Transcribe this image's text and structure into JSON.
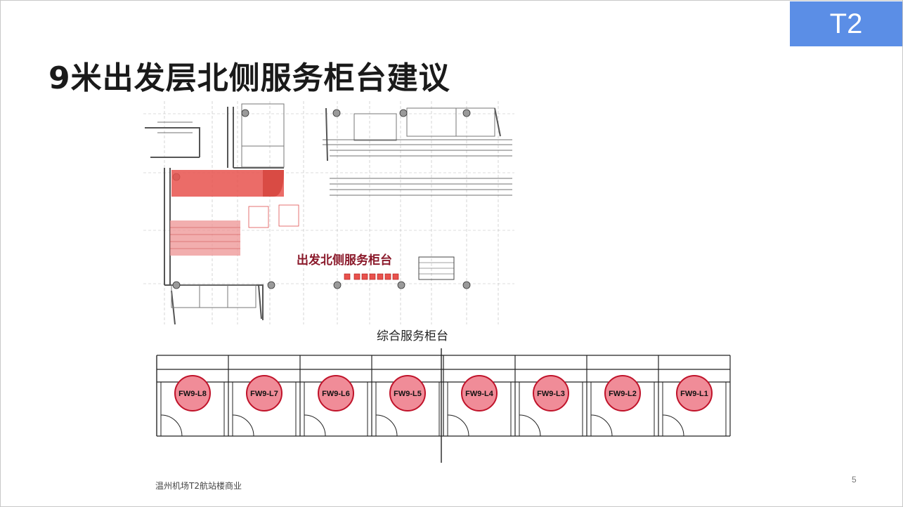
{
  "slide": {
    "badge": "T2",
    "title": "9米出发层北侧服务柜台建议",
    "plan_label": "出发北侧服务柜台",
    "caption": "综合服务柜台",
    "footer": "温州机场T2航站楼商业",
    "page_number": "5"
  },
  "counters": [
    {
      "code": "FW9-L8"
    },
    {
      "code": "FW9-L7"
    },
    {
      "code": "FW9-L6"
    },
    {
      "code": "FW9-L5"
    },
    {
      "code": "FW9-L4"
    },
    {
      "code": "FW9-L3"
    },
    {
      "code": "FW9-L2"
    },
    {
      "code": "FW9-L1"
    }
  ],
  "colors": {
    "badge": "#5b8ee6",
    "unit_fill": "#f08c98",
    "unit_stroke": "#c0132a",
    "highlight": "#e8524d",
    "plan_label": "#8b1a2b"
  }
}
